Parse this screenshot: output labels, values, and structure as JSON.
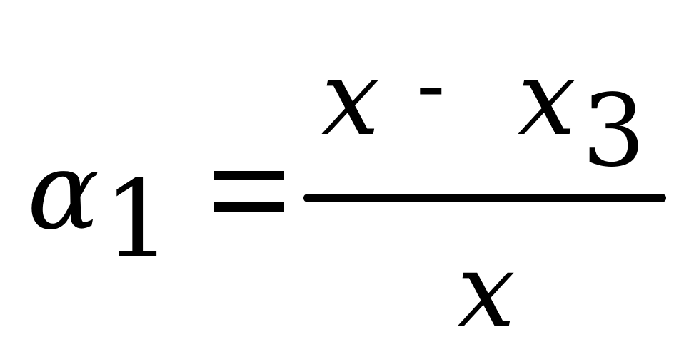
{
  "equation": {
    "lhs_symbol": "α",
    "lhs_subscript": "1",
    "equals": "=",
    "numerator_var": "x",
    "minus": "-",
    "numerator_var2": "x",
    "numerator_subscript": "3",
    "denominator_var": "x",
    "color": "#000000"
  }
}
